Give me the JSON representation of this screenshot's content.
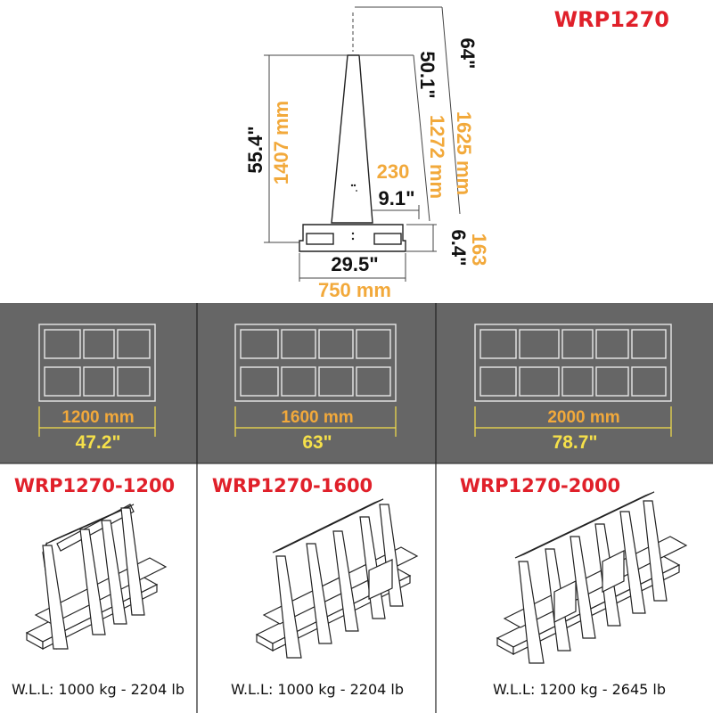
{
  "header": {
    "model": "WRP1270"
  },
  "side_view": {
    "total_height_in": "64\"",
    "total_height_mm": "1625 mm",
    "upright_height_in": "50.1\"",
    "upright_height_mm": "1272 mm",
    "frame_height_in": "55.4\"",
    "frame_height_mm": "1407 mm",
    "slot_width_mm": "230",
    "slot_width_in": "9.1\"",
    "base_height_in": "6.4\"",
    "base_height_mm": "163",
    "base_width_in": "29.5\"",
    "base_width_mm": "750 mm"
  },
  "variants": [
    {
      "length_mm": "1200 mm",
      "length_in": "47.2\"",
      "model": "WRP1270-1200",
      "wll": "W.L.L: 1000 kg - 2204 lb"
    },
    {
      "length_mm": "1600 mm",
      "length_in": "63\"",
      "model": "WRP1270-1600",
      "wll": "W.L.L: 1000 kg - 2204 lb"
    },
    {
      "length_mm": "2000 mm",
      "length_in": "78.7\"",
      "model": "WRP1270-2000",
      "wll": "W.L.L: 1200 kg - 2645 lb"
    }
  ],
  "colors": {
    "brand_red": "#e0202a",
    "imperial_dark": "#111111",
    "metric_orange": "#f2a93b",
    "band_gray": "#666666",
    "dimension_yellow": "#f5e04a"
  }
}
